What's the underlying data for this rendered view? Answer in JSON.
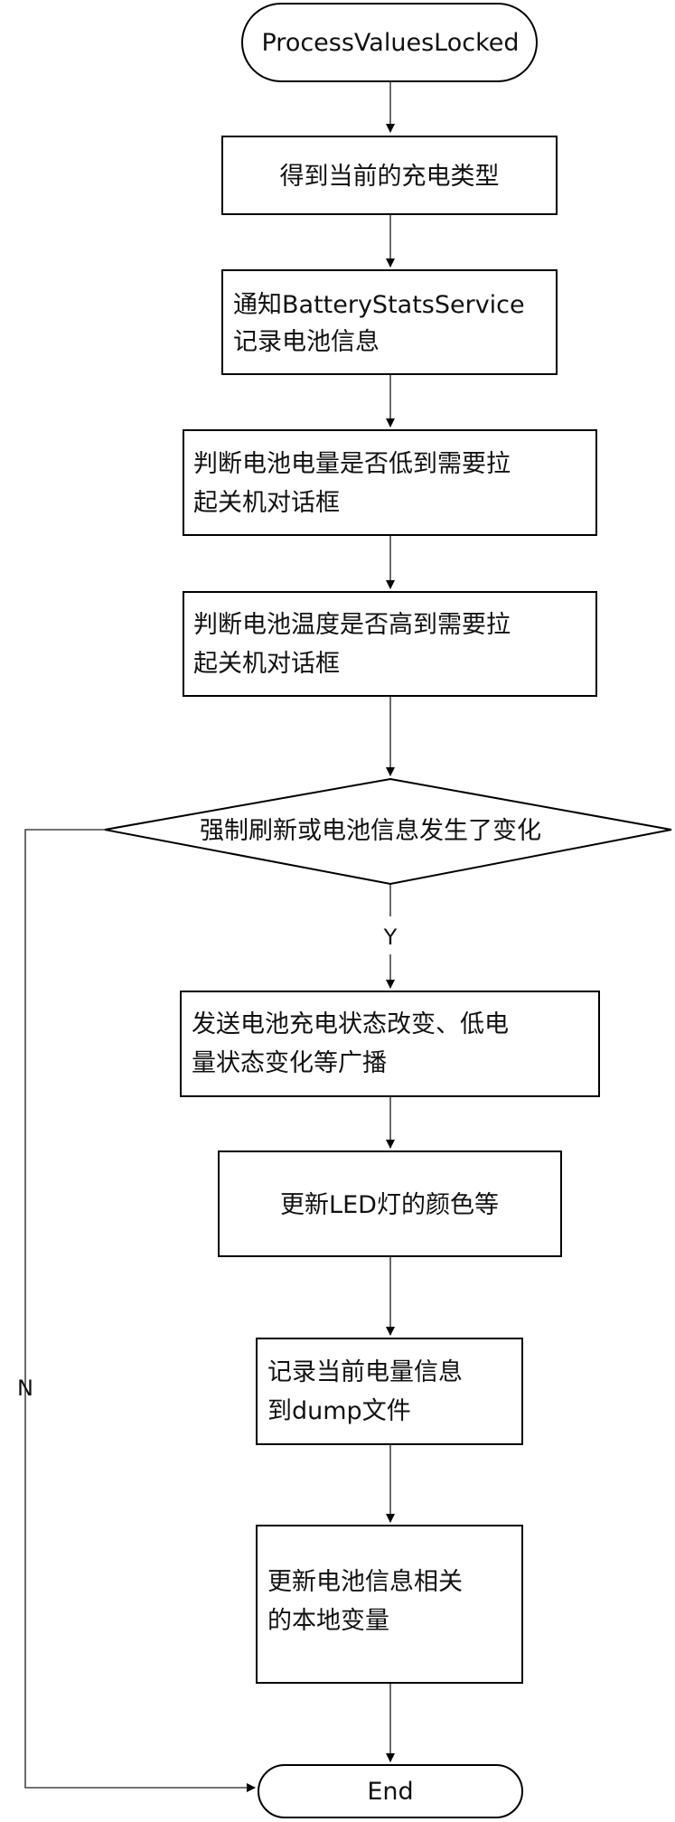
{
  "nodes": {
    "start": {
      "lines": [
        "ProcessValuesLocked"
      ]
    },
    "get_charge_type": {
      "lines": [
        "得到当前的充电类型"
      ]
    },
    "notify_stats": {
      "lines": [
        "通知BatteryStatsService",
        "记录电池信息"
      ]
    },
    "check_low": {
      "lines": [
        "判断电池电量是否低到需要拉",
        "起关机对话框"
      ]
    },
    "check_temp": {
      "lines": [
        "判断电池温度是否高到需要拉",
        "起关机对话框"
      ]
    },
    "decision": {
      "lines": [
        "强制刷新或电池信息发生了变化"
      ]
    },
    "send_broadcast": {
      "lines": [
        "发送电池充电状态改变、低电",
        "量状态变化等广播"
      ]
    },
    "update_led": {
      "lines": [
        "更新LED灯的颜色等"
      ]
    },
    "record_dump": {
      "lines": [
        "记录当前电量信息",
        "到dump文件"
      ]
    },
    "update_vars": {
      "lines": [
        "更新电池信息相关",
        "的本地变量"
      ]
    },
    "end": {
      "lines": [
        "End"
      ]
    }
  },
  "edge_labels": {
    "yes": "Y",
    "no": "N"
  }
}
